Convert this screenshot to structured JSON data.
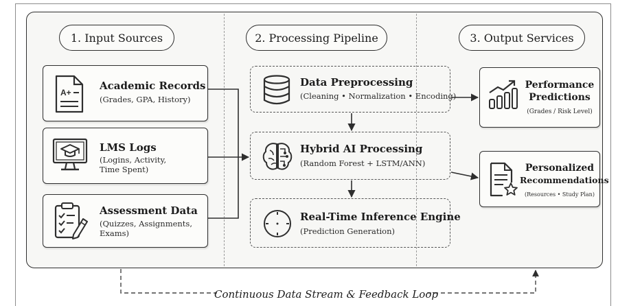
{
  "columns": {
    "input": "1. Input Sources",
    "processing": "2. Processing Pipeline",
    "output": "3. Output Services"
  },
  "inputs": {
    "academic": {
      "title": "Academic Records",
      "detail": "(Grades, GPA, History)",
      "icon_text": "A+"
    },
    "lms": {
      "title": "LMS Logs",
      "detail_1": "(Logins, Activity,",
      "detail_2": "Time Spent)"
    },
    "assessment": {
      "title": "Assessment Data",
      "detail_1": "(Quizzes, Assignments,",
      "detail_2": "Exams)"
    }
  },
  "processing": {
    "preprocessing": {
      "title": "Data Preprocessing",
      "detail": "(Cleaning • Normalization • Encoding)"
    },
    "hybrid": {
      "title": "Hybrid AI Processing",
      "detail": "(Random Forest + LSTM/ANN)"
    },
    "inference": {
      "title": "Real-Time Inference Engine",
      "detail": "(Prediction Generation)"
    }
  },
  "outputs": {
    "performance": {
      "title_1": "Performance",
      "title_2": "Predictions",
      "detail": "(Grades / Risk Level)"
    },
    "recommendations": {
      "title_1": "Personalized",
      "title_2": "Recommendations",
      "detail": "(Resources • Study Plan)"
    }
  },
  "feedback_loop": "Continuous Data Stream & Feedback Loop",
  "icons": {
    "academic": "grade-document-icon",
    "lms": "monitor-graduation-cap-icon",
    "assessment": "checklist-pencil-icon",
    "preprocessing": "database-icon",
    "hybrid": "brain-circuit-icon",
    "inference": "crosshair-icon",
    "performance": "bar-chart-trend-icon",
    "recommendations": "document-star-icon"
  },
  "colors": {
    "stroke": "#2e2e2e",
    "panel": "#f7f7f5",
    "divider": "#9a9a9a"
  }
}
